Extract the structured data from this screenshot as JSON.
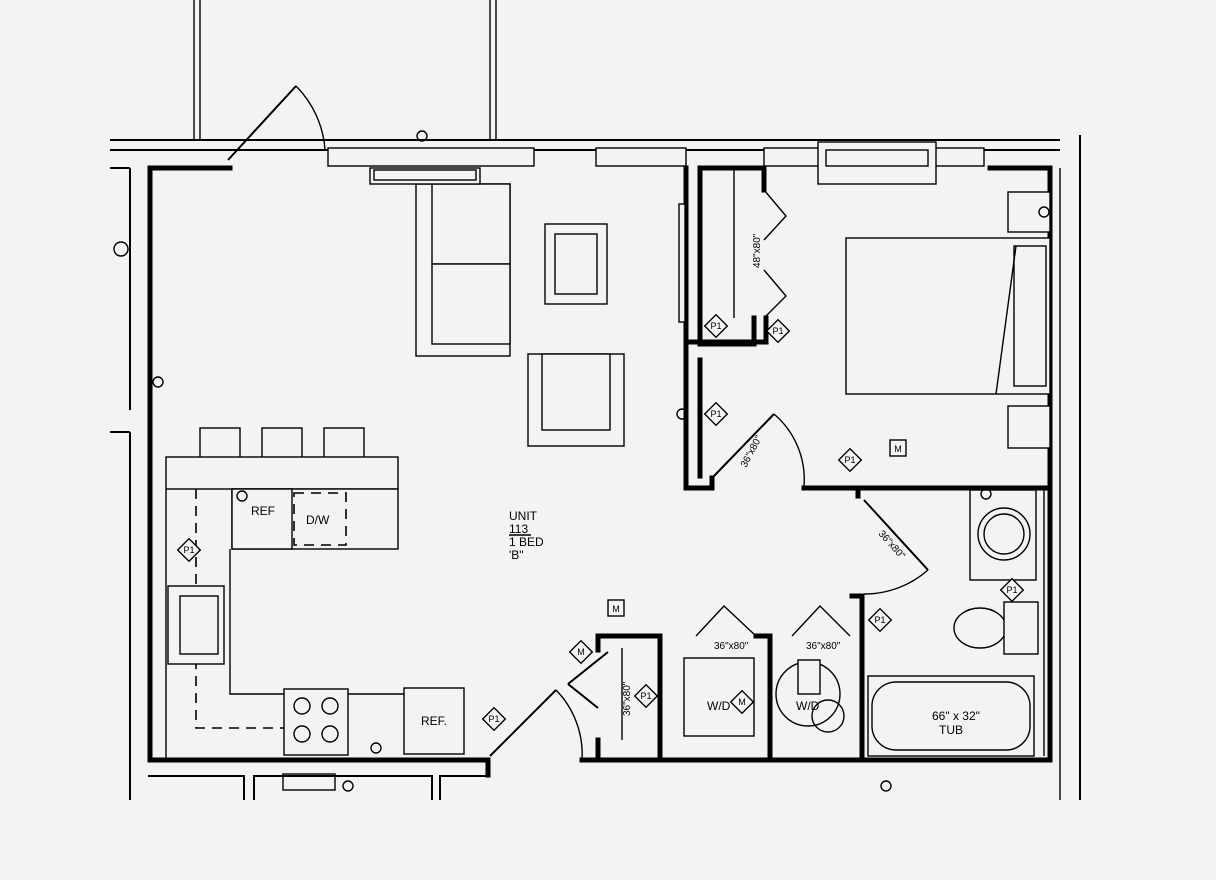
{
  "unit_label": {
    "line1": "UNIT",
    "line2": "113",
    "line3": "1 BED",
    "line4": "'B\""
  },
  "labels": {
    "ref_island": "REF",
    "dw": "D/W",
    "ref_kitchen": "REF.",
    "wd_left": "W/D",
    "wd_right": "W/D",
    "tub_size": "66\" x 32\"",
    "tub": "TUB",
    "door_36x80_left_closet": "36\"x80\"",
    "door_36x80_right_closet": "36\"x80\"",
    "door_36x80_bedroom": "36\"x80\"",
    "door_36x80_bath": "36\"x80\"",
    "door_36x80_entry_closet": "36\"x80\"",
    "closet_48x80": "48\"x80\""
  },
  "tags": {
    "p1": "P1",
    "m": "M"
  }
}
